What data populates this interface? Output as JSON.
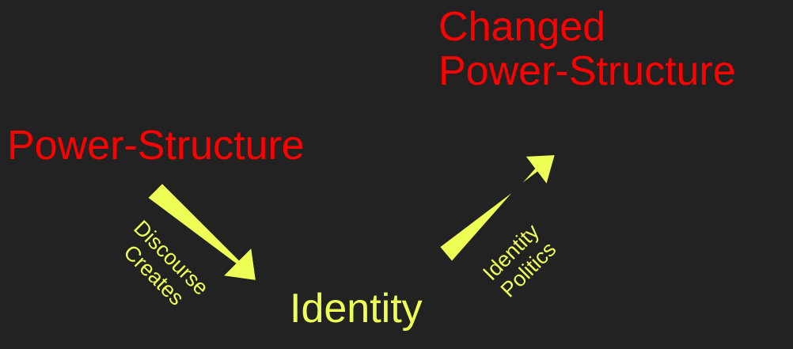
{
  "colors": {
    "background": "#222222",
    "power_text": "#ff0000",
    "identity_text": "#eeff55",
    "arrow_fill": "#eeff55",
    "arrow_stroke": "#222222"
  },
  "nodes": {
    "power_structure": "Power-Structure",
    "changed_power_structure": {
      "line1": "Changed",
      "line2": "Power-Structure"
    },
    "identity": "Identity"
  },
  "edges": {
    "discourse": {
      "line1": "Discourse",
      "line2": "Creates"
    },
    "identity_politics": {
      "line1": "Identity",
      "line2": "Politics"
    }
  }
}
